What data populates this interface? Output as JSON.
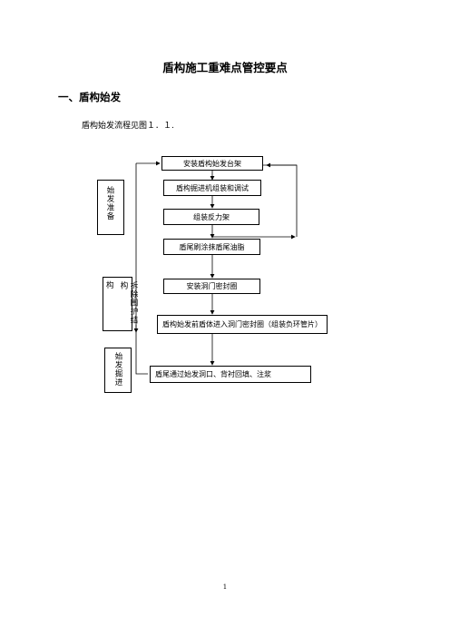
{
  "document": {
    "title": "盾构施工重难点管控要点",
    "section_heading": "一、盾构始发",
    "intro_text": "盾构始发流程见图１．１.",
    "page_number": "1"
  },
  "flowchart": {
    "steps": [
      "安装盾构始发台架",
      "盾构掘进机组装和调试",
      "组装反力架",
      "盾尾刷涂抹盾尾油脂",
      "安装洞门密封圈",
      "盾构始发前盾体进入洞门密封圈（组装负环管片）",
      "盾尾通过始发洞口、背衬回填、注浆"
    ],
    "phases": [
      "始发准备",
      "拆除围护结构",
      "始发掘进"
    ],
    "phase2_extra_char": "构"
  }
}
